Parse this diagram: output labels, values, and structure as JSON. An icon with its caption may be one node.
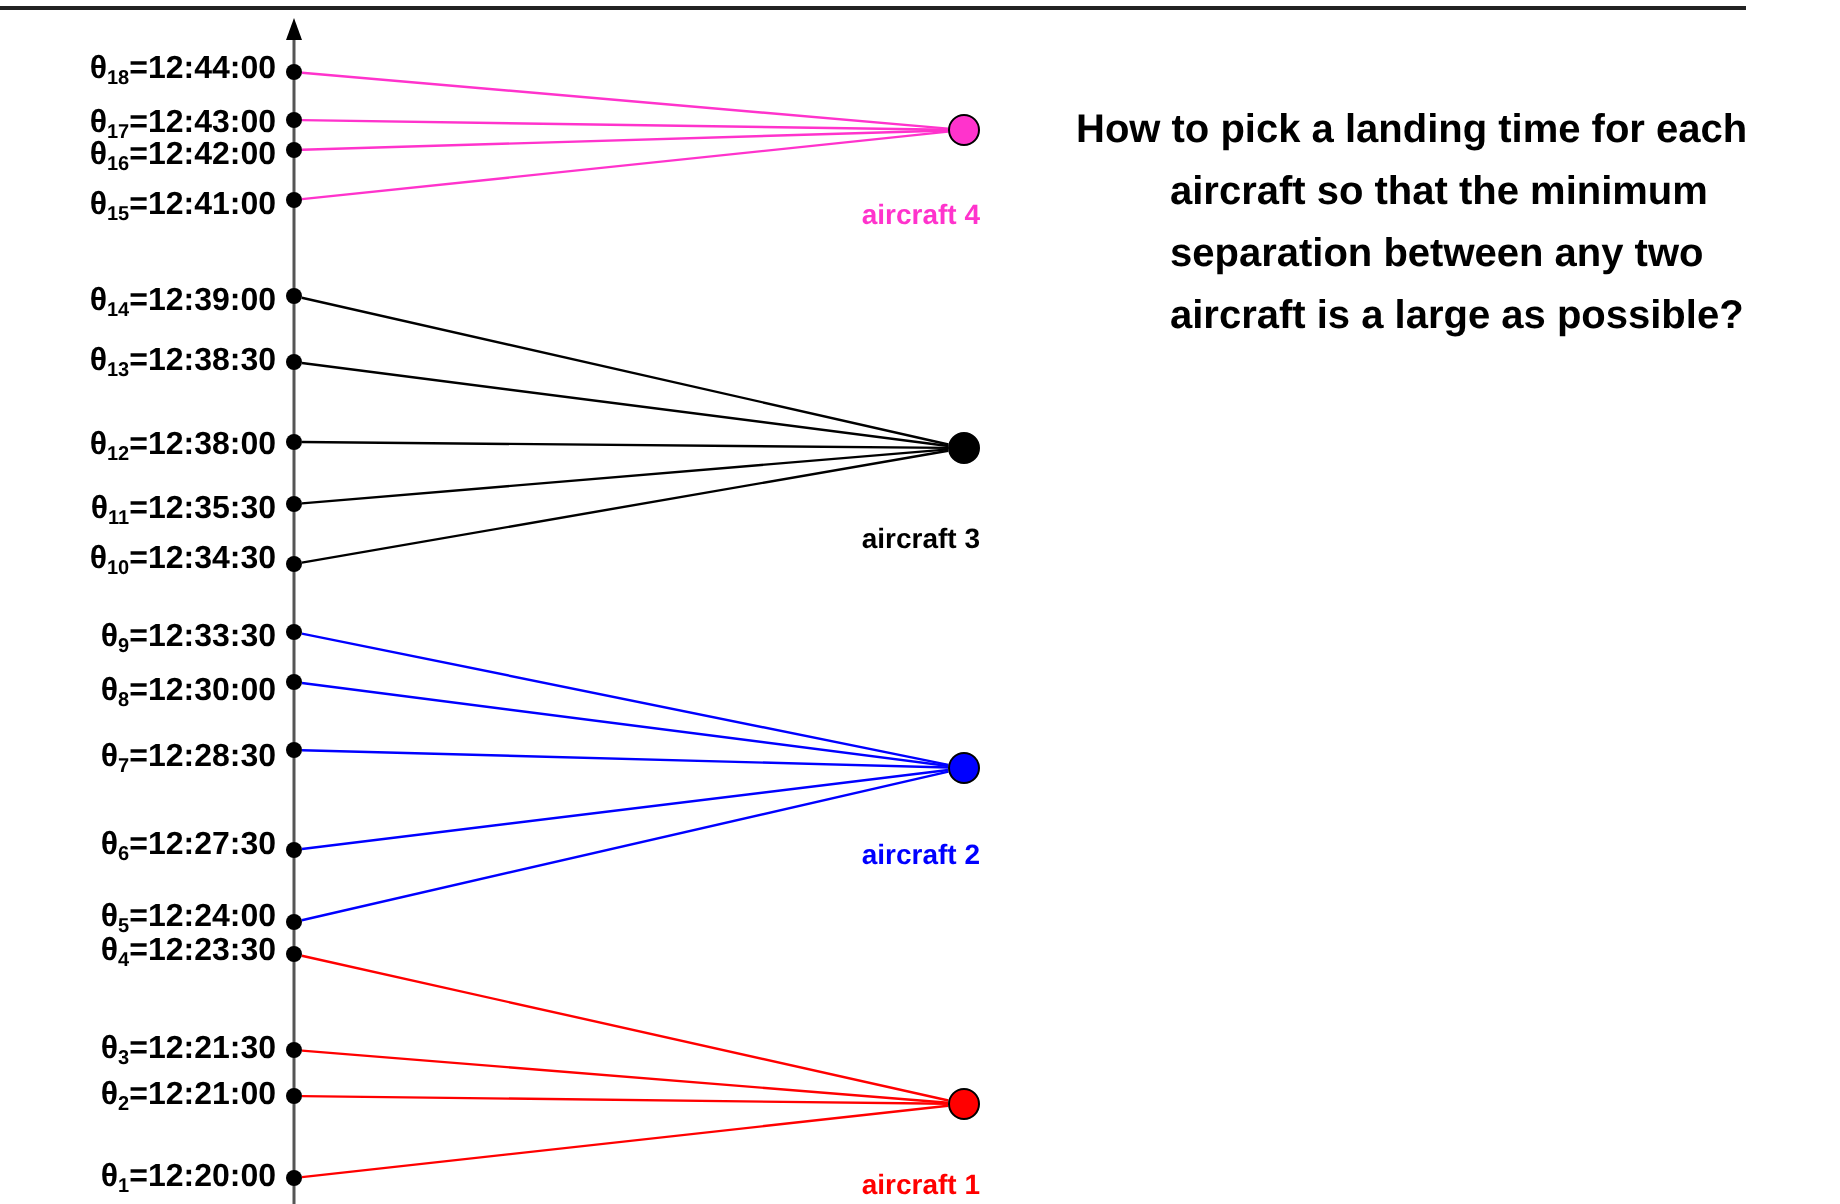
{
  "diagram": {
    "nodes": [
      {
        "text": [],
        "shape": "circle",
        "beside": [
          "θ$_{18}$=12:44:00"
        ]
      },
      {
        "text": [],
        "shape": "circle",
        "beside": [
          "θ$_{17}$=12:43:00"
        ]
      },
      {
        "text": [],
        "shape": "circle",
        "beside": [
          "θ$_{16}$=12:42:00"
        ]
      },
      {
        "text": [],
        "shape": "circle",
        "beside": [
          "θ$_{15}$=12:41:00"
        ]
      },
      {
        "text": [],
        "shape": "circle",
        "beside": [
          "aircraft 4"
        ]
      },
      {
        "text": [],
        "shape": "circle",
        "beside": [
          "θ$_{14}$=12:39:00"
        ]
      },
      {
        "text": [],
        "shape": "circle",
        "beside": [
          "θ$_{13}$=12:38:30"
        ]
      },
      {
        "text": [],
        "shape": "circle",
        "beside": [
          "θ$_{12}$=12:38:00"
        ]
      },
      {
        "text": [],
        "shape": "circle",
        "beside": [
          "θ$_{11}$=12:35:30"
        ]
      },
      {
        "text": [],
        "shape": "circle",
        "beside": [
          "θ$_{10}$=12:34:30"
        ]
      },
      {
        "text": [],
        "shape": "circle",
        "beside": [
          "aircraft 3"
        ]
      },
      {
        "text": [],
        "shape": "circle",
        "beside": [
          "θ$_{9}$=12:33:30"
        ]
      },
      {
        "text": [],
        "shape": "circle",
        "beside": [
          "θ$_{8}$=12:30:00"
        ]
      },
      {
        "text": [],
        "shape": "circle",
        "beside": [
          "θ$_{7}$=12:28:30"
        ]
      },
      {
        "text": [],
        "shape": "circle",
        "beside": [
          "θ$_{6}$=12:27:30"
        ]
      },
      {
        "text": [],
        "shape": "circle",
        "beside": [
          "θ$_{5}$=12:24:00"
        ]
      },
      {
        "text": [],
        "shape": "circle",
        "beside": [
          "aircraft 2"
        ]
      },
      {
        "text": [],
        "shape": "circle",
        "beside": [
          "θ$_{4}$=12:23:30"
        ]
      },
      {
        "text": [],
        "shape": "circle",
        "beside": [
          "θ$_{3}$=12:21:30"
        ]
      },
      {
        "text": [],
        "shape": "circle",
        "beside": [
          "θ$_{2}$=12:21:00"
        ]
      },
      {
        "text": [],
        "shape": "circle",
        "beside": [
          "θ$_{1}$=12:20:00"
        ]
      },
      {
        "text": [],
        "shape": "circle",
        "beside": [
          "aircraft 1"
        ]
      }
    ],
    "edges": [
      {
        "from": 0,
        "to": 4,
        "arrow": "none",
        "color": "#ff33cc"
      },
      {
        "from": 1,
        "to": 4,
        "arrow": "none",
        "color": "#ff33cc"
      },
      {
        "from": 2,
        "to": 4,
        "arrow": "none",
        "color": "#ff33cc"
      },
      {
        "from": 3,
        "to": 4,
        "arrow": "none",
        "color": "#ff33cc"
      },
      {
        "from": 5,
        "to": 10,
        "arrow": "none",
        "color": "#000000"
      },
      {
        "from": 6,
        "to": 10,
        "arrow": "none",
        "color": "#000000"
      },
      {
        "from": 7,
        "to": 10,
        "arrow": "none",
        "color": "#000000"
      },
      {
        "from": 8,
        "to": 10,
        "arrow": "none",
        "color": "#000000"
      },
      {
        "from": 9,
        "to": 10,
        "arrow": "none",
        "color": "#000000"
      },
      {
        "from": 11,
        "to": 16,
        "arrow": "none",
        "color": "#0000ff"
      },
      {
        "from": 12,
        "to": 16,
        "arrow": "none",
        "color": "#0000ff"
      },
      {
        "from": 13,
        "to": 16,
        "arrow": "none",
        "color": "#0000ff"
      },
      {
        "from": 14,
        "to": 16,
        "arrow": "none",
        "color": "#0000ff"
      },
      {
        "from": 15,
        "to": 16,
        "arrow": "none",
        "color": "#0000ff"
      },
      {
        "from": 17,
        "to": 21,
        "arrow": "none",
        "color": "#ff0000"
      },
      {
        "from": 18,
        "to": 21,
        "arrow": "none",
        "color": "#ff0000"
      },
      {
        "from": 19,
        "to": 21,
        "arrow": "none",
        "color": "#ff0000"
      },
      {
        "from": 20,
        "to": 21,
        "arrow": "none",
        "color": "#ff0000"
      }
    ],
    "labels": [
      "How to pick a landing time for each aircraft so that the minimum separation between any two aircraft is a large as possible?"
    ]
  }
}
